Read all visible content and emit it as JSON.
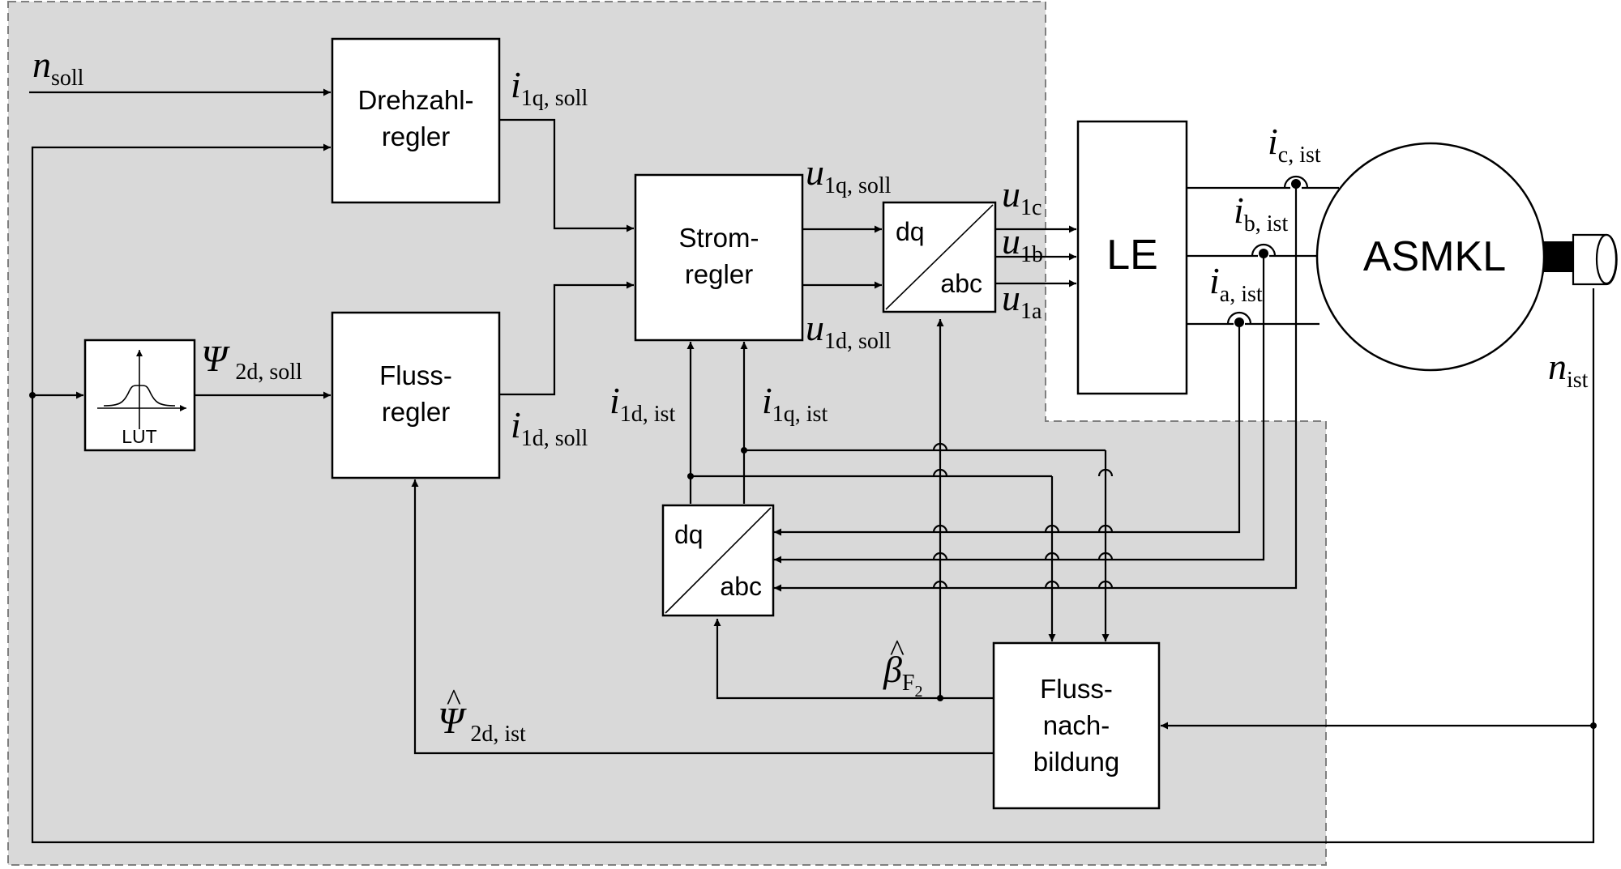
{
  "colors": {
    "panel": "#d9d9d9",
    "panel_border": "#7f7f7f",
    "line": "#000000",
    "box": "#ffffff"
  },
  "blocks": {
    "drehzahl": [
      "Drehzahl-",
      "regler"
    ],
    "fluss": [
      "Fluss-",
      "regler"
    ],
    "strom": [
      "Strom-",
      "regler"
    ],
    "le": "LE",
    "machine": "ASMKL",
    "lut": "LUT",
    "fluss_nach": [
      "Fluss-",
      "nach-",
      "bildung"
    ],
    "dq_top": {
      "a": "dq",
      "b": "abc"
    },
    "dq_bottom": {
      "a": "dq",
      "b": "abc"
    }
  },
  "signals": {
    "n_soll": {
      "base": "n",
      "sub": "soll"
    },
    "i1q_soll": {
      "base": "i",
      "sub": "1q, soll"
    },
    "i1d_soll": {
      "base": "i",
      "sub": "1d, soll"
    },
    "psi2d_soll": {
      "base": "Ψ",
      "sub": "2d, soll"
    },
    "u1q_soll": {
      "base": "u",
      "sub": "1q, soll"
    },
    "u1d_soll": {
      "base": "u",
      "sub": "1d, soll"
    },
    "u1c": {
      "base": "u",
      "sub": "1c"
    },
    "u1b": {
      "base": "u",
      "sub": "1b"
    },
    "u1a": {
      "base": "u",
      "sub": "1a"
    },
    "ic_ist": {
      "base": "i",
      "sub": "c, ist"
    },
    "ib_ist": {
      "base": "i",
      "sub": "b, ist"
    },
    "ia_ist": {
      "base": "i",
      "sub": "a, ist"
    },
    "n_ist": {
      "base": "n",
      "sub": "ist"
    },
    "i1d_ist": {
      "base": "i",
      "sub": "1d, ist"
    },
    "i1q_ist": {
      "base": "i",
      "sub": "1q, ist"
    },
    "beta_f2": {
      "base": "β",
      "hat": "^",
      "sub": "F",
      "subsub": "2"
    },
    "psi2d_ist": {
      "base": "Ψ",
      "hat": "^",
      "sub": "2d, ist"
    }
  }
}
